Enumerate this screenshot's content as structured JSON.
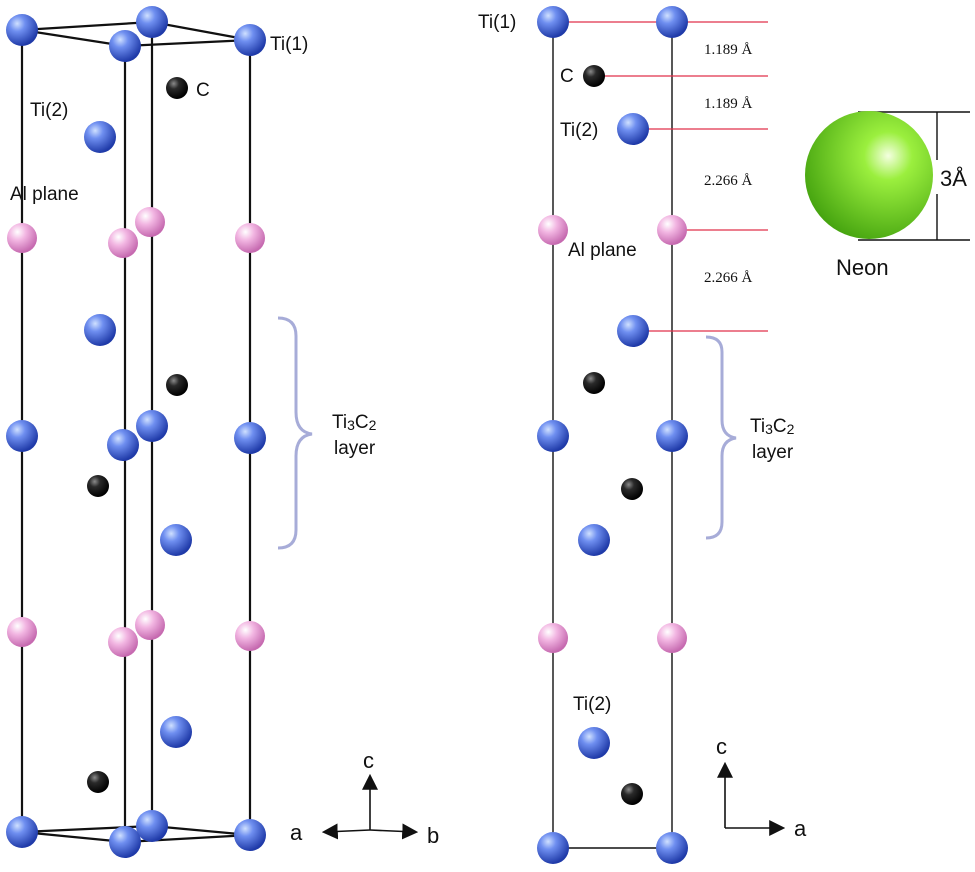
{
  "colors": {
    "ti": "#3b5fd6",
    "al": "#e59ad0",
    "c": "#151515",
    "neon": "#8ee63a",
    "marker_lines": "#e0304a",
    "brace": "#a7acd8"
  },
  "left_panel": {
    "labels": {
      "ti1": "Ti(1)",
      "c": "C",
      "ti2": "Ti(2)",
      "al_plane": "Al plane",
      "layer_formula_ti": "Ti",
      "layer_formula_3": "3",
      "layer_formula_c": "C",
      "layer_formula_2": "2",
      "layer_word": "layer"
    },
    "axes": {
      "c": "c",
      "a": "a",
      "b": "b"
    }
  },
  "right_panel": {
    "labels": {
      "ti1": "Ti(1)",
      "c": "C",
      "ti2_top": "Ti(2)",
      "al_plane": "Al plane",
      "ti2_bottom": "Ti(2)",
      "layer_formula_ti": "Ti",
      "layer_formula_3": "3",
      "layer_formula_c": "C",
      "layer_formula_2": "2",
      "layer_word": "layer"
    },
    "distances": [
      "1.189 Å",
      "1.189 Å",
      "2.266 Å",
      "2.266 Å"
    ],
    "axes": {
      "c": "c",
      "a": "a"
    }
  },
  "neon": {
    "label": "Neon",
    "size": "3Å"
  }
}
